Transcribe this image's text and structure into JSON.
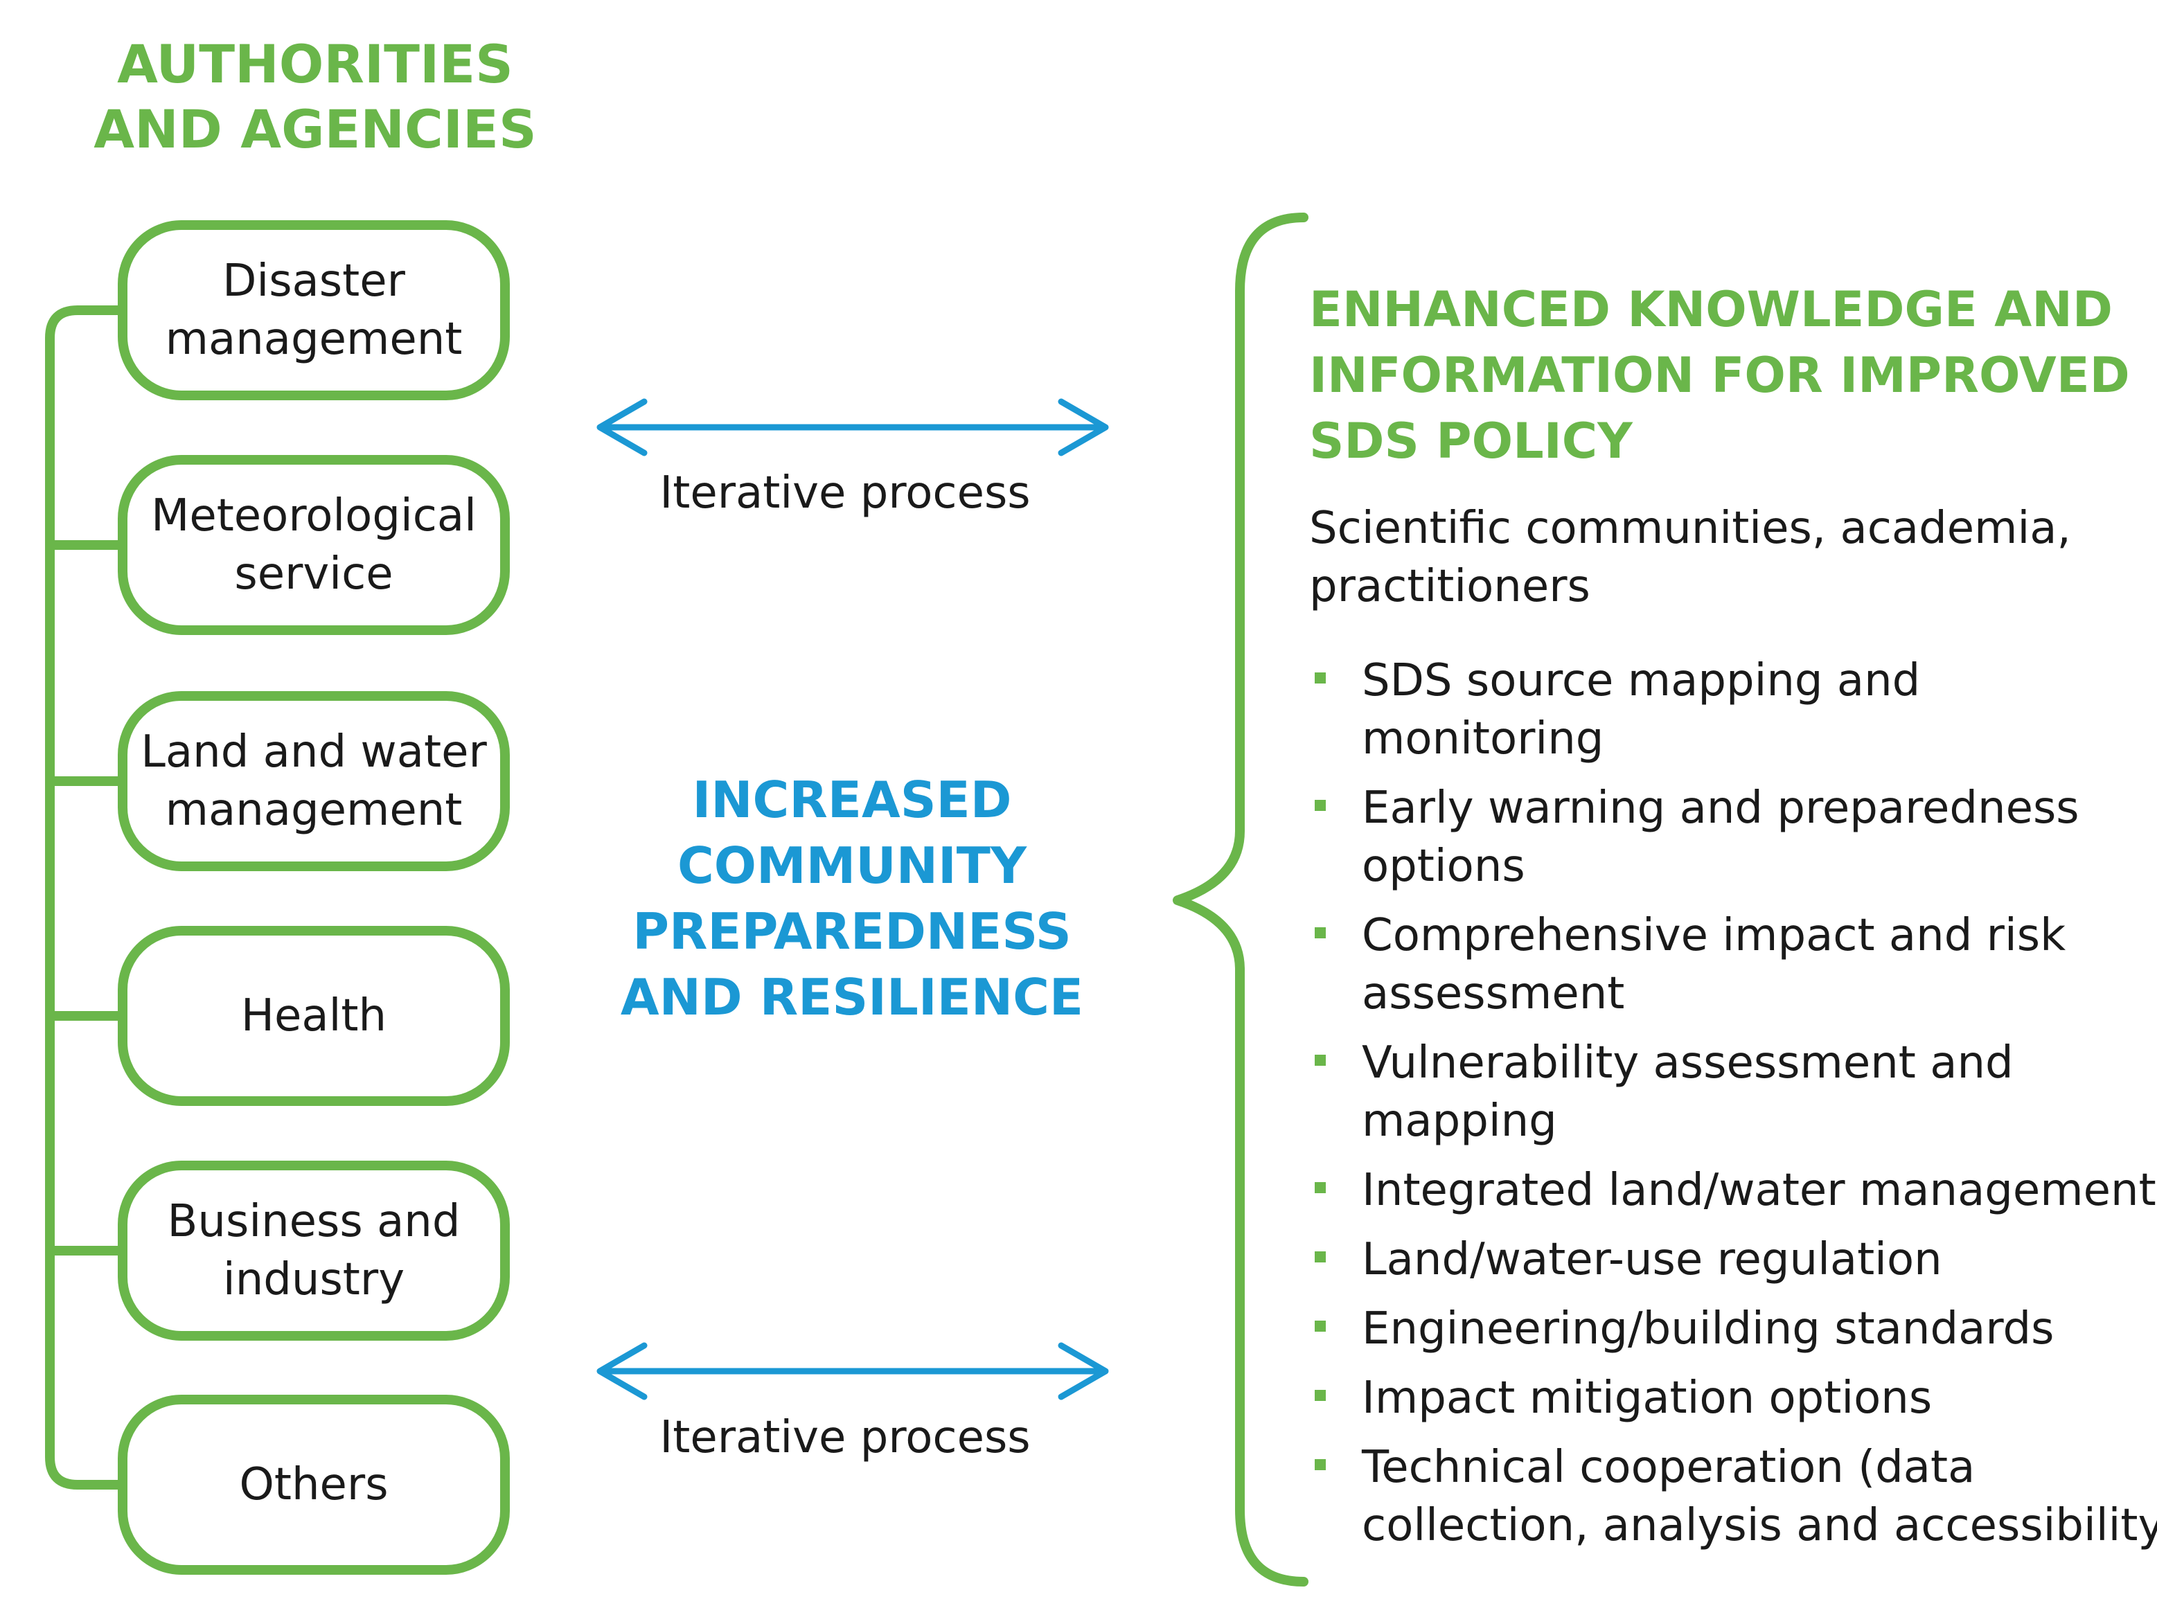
{
  "colors": {
    "green": "#6ab64a",
    "blue": "#1b98d4",
    "text": "#1a1a1a"
  },
  "left_title": [
    "AUTHORITIES",
    "AND AGENCIES"
  ],
  "agencies": [
    {
      "lines": [
        "Disaster",
        "management"
      ]
    },
    {
      "lines": [
        "Meteorological",
        "service"
      ]
    },
    {
      "lines": [
        "Land and water",
        "management"
      ]
    },
    {
      "lines": [
        "Health"
      ]
    },
    {
      "lines": [
        "Business and",
        "industry"
      ]
    },
    {
      "lines": [
        "Others"
      ]
    }
  ],
  "iterative_top": "Iterative process",
  "iterative_bottom": "Iterative process",
  "center_title": [
    "INCREASED",
    "COMMUNITY",
    "PREPAREDNESS",
    "AND RESILIENCE"
  ],
  "right_heading": [
    "ENHANCED KNOWLEDGE AND",
    "INFORMATION FOR IMPROVED",
    "SDS POLICY"
  ],
  "right_subtitle": [
    "Scientific communities, academia,",
    "practitioners"
  ],
  "bullets": [
    {
      "lines": [
        "SDS source mapping and",
        "monitoring"
      ]
    },
    {
      "lines": [
        "Early warning and preparedness",
        "options"
      ]
    },
    {
      "lines": [
        "Comprehensive impact and risk",
        "assessment"
      ]
    },
    {
      "lines": [
        "Vulnerability assessment and",
        "mapping"
      ]
    },
    {
      "lines": [
        "Integrated land/water management"
      ]
    },
    {
      "lines": [
        "Land/water-use regulation"
      ]
    },
    {
      "lines": [
        "Engineering/building standards"
      ]
    },
    {
      "lines": [
        "Impact mitigation options"
      ]
    },
    {
      "lines": [
        "Technical cooperation (data",
        "collection, analysis and accessibility)"
      ]
    }
  ]
}
